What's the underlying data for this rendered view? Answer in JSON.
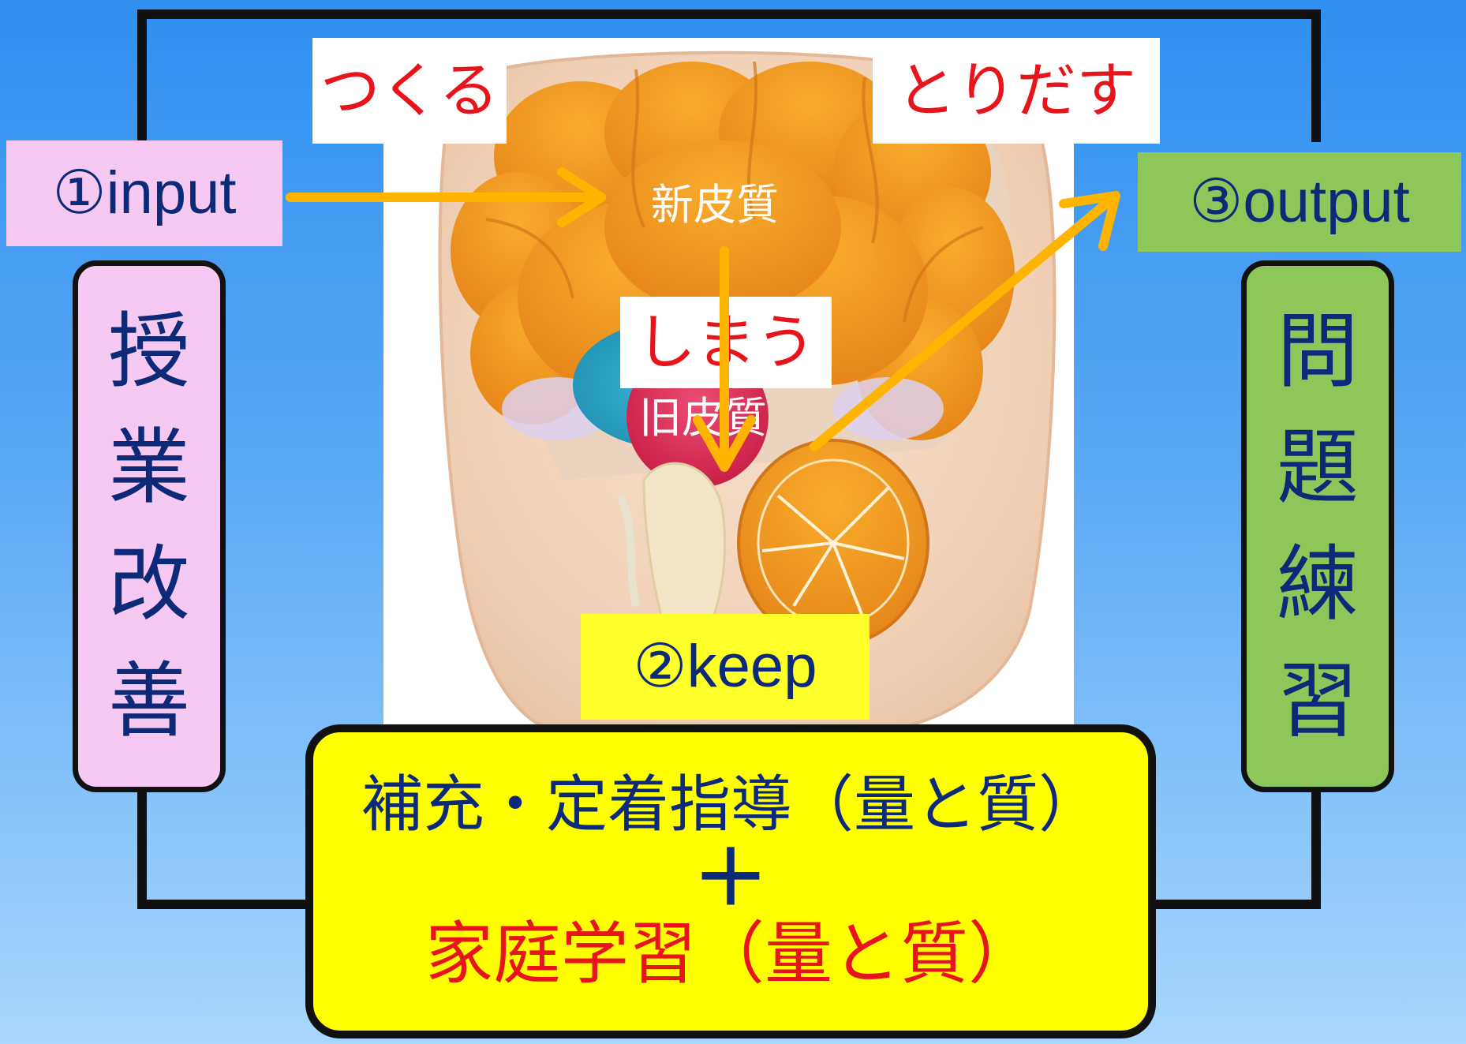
{
  "labels": {
    "tsukuru": "つくる",
    "toridasu": "とりだす",
    "shimau": "しまう",
    "neocortex": "新皮質",
    "paleocortex": "旧皮質"
  },
  "steps": {
    "input": "①input",
    "keep": "②keep",
    "output": "③output"
  },
  "left_box": {
    "chars": [
      "授",
      "業",
      "改",
      "善"
    ]
  },
  "right_box": {
    "chars": [
      "問",
      "題",
      "練",
      "習"
    ]
  },
  "bottom_box": {
    "line1": "補充・定着指導（量と質）",
    "plus": "＋",
    "line3": "家庭学習（量と質）"
  },
  "colors": {
    "background_top": "#2f8ff0",
    "background_bottom": "#a9d6fd",
    "arrow": "#ffb400",
    "label_red": "#e8141b",
    "text_navy": "#0d2a78",
    "pink_box": "#f6c9f3",
    "green_box": "#8dc75a",
    "yellow_box": "#ffff00",
    "brain_orange": "#f19a1d",
    "paleocortex_pink": "#e0305a",
    "limbic_teal": "#2aa8c9"
  }
}
